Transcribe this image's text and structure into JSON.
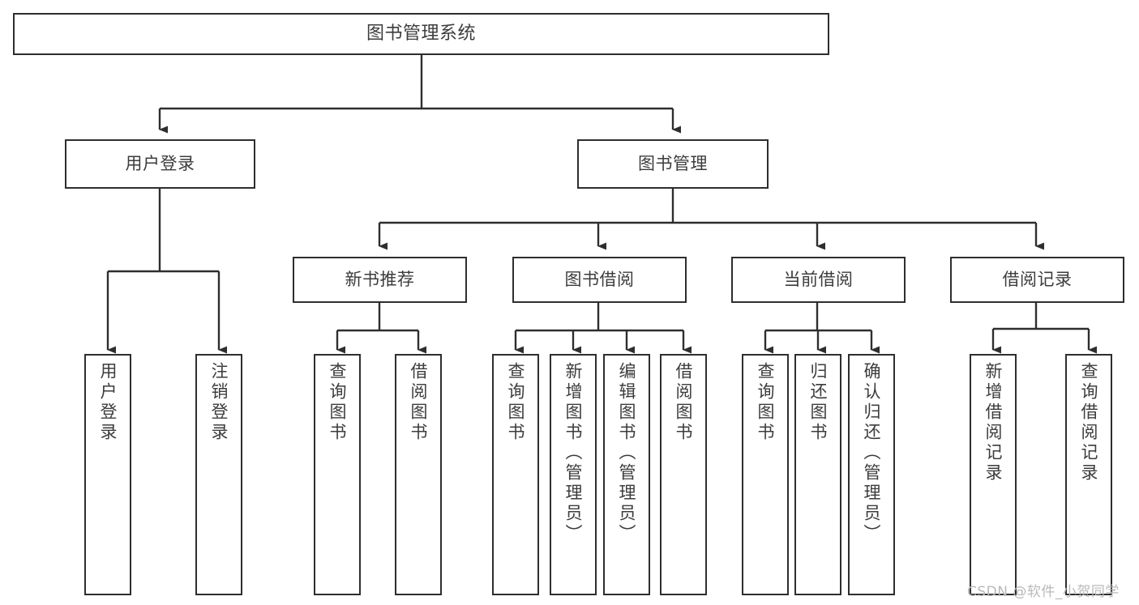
{
  "diagram": {
    "type": "tree-hierarchy-chart",
    "title": "图书管理系统",
    "orientation": "top-down",
    "theme": {
      "background": "#ffffff",
      "box_border": "#2e2e2e",
      "box_fill": "#ffffff",
      "text_color": "#3c3c3c",
      "connector_color": "#2e2e2e",
      "watermark_color": "#b9b9b9"
    }
  },
  "root": {
    "label": "图书管理系统"
  },
  "level2": [
    {
      "label": "用户登录"
    },
    {
      "label": "图书管理"
    }
  ],
  "level3": [
    {
      "label": "新书推荐"
    },
    {
      "label": "图书借阅"
    },
    {
      "label": "当前借阅"
    },
    {
      "label": "借阅记录"
    }
  ],
  "leaves": {
    "user_login": [
      {
        "label": "用户登录"
      },
      {
        "label": "注销登录"
      }
    ],
    "new_book_recommend": [
      {
        "label": "查询图书"
      },
      {
        "label": "借阅图书"
      }
    ],
    "book_borrow": [
      {
        "label": "查询图书"
      },
      {
        "label": "新增图书（管理员）"
      },
      {
        "label": "编辑图书（管理员）"
      },
      {
        "label": "借阅图书"
      }
    ],
    "current_borrow": [
      {
        "label": "查询图书"
      },
      {
        "label": "归还图书"
      },
      {
        "label": "确认归还（管理员）"
      }
    ],
    "borrow_record": [
      {
        "label": "新增借阅记录"
      },
      {
        "label": "查询借阅记录"
      }
    ]
  },
  "watermark": {
    "text": "CSDN @软件_小贺同学"
  },
  "chart_data": {
    "type": "table",
    "title": "图书管理系统 功能结构图",
    "nodes": [
      {
        "id": "root",
        "label": "图书管理系统",
        "level": 0,
        "parent": null
      },
      {
        "id": "user-login",
        "label": "用户登录",
        "level": 1,
        "parent": "root"
      },
      {
        "id": "book-manage",
        "label": "图书管理",
        "level": 1,
        "parent": "root"
      },
      {
        "id": "new-book",
        "label": "新书推荐",
        "level": 2,
        "parent": "book-manage"
      },
      {
        "id": "book-borrow",
        "label": "图书借阅",
        "level": 2,
        "parent": "book-manage"
      },
      {
        "id": "current-borrow",
        "label": "当前借阅",
        "level": 2,
        "parent": "book-manage"
      },
      {
        "id": "borrow-record",
        "label": "借阅记录",
        "level": 2,
        "parent": "book-manage"
      },
      {
        "id": "login-1",
        "label": "用户登录",
        "level": 2,
        "parent": "user-login"
      },
      {
        "id": "login-2",
        "label": "注销登录",
        "level": 2,
        "parent": "user-login"
      },
      {
        "id": "new-1",
        "label": "查询图书",
        "level": 3,
        "parent": "new-book"
      },
      {
        "id": "new-2",
        "label": "借阅图书",
        "level": 3,
        "parent": "new-book"
      },
      {
        "id": "borrow-1",
        "label": "查询图书",
        "level": 3,
        "parent": "book-borrow"
      },
      {
        "id": "borrow-2",
        "label": "新增图书（管理员）",
        "level": 3,
        "parent": "book-borrow"
      },
      {
        "id": "borrow-3",
        "label": "编辑图书（管理员）",
        "level": 3,
        "parent": "book-borrow"
      },
      {
        "id": "borrow-4",
        "label": "借阅图书",
        "level": 3,
        "parent": "book-borrow"
      },
      {
        "id": "cur-1",
        "label": "查询图书",
        "level": 3,
        "parent": "current-borrow"
      },
      {
        "id": "cur-2",
        "label": "归还图书",
        "level": 3,
        "parent": "current-borrow"
      },
      {
        "id": "cur-3",
        "label": "确认归还（管理员）",
        "level": 3,
        "parent": "current-borrow"
      },
      {
        "id": "rec-1",
        "label": "新增借阅记录",
        "level": 3,
        "parent": "borrow-record"
      },
      {
        "id": "rec-2",
        "label": "查询借阅记录",
        "level": 3,
        "parent": "borrow-record"
      }
    ]
  }
}
